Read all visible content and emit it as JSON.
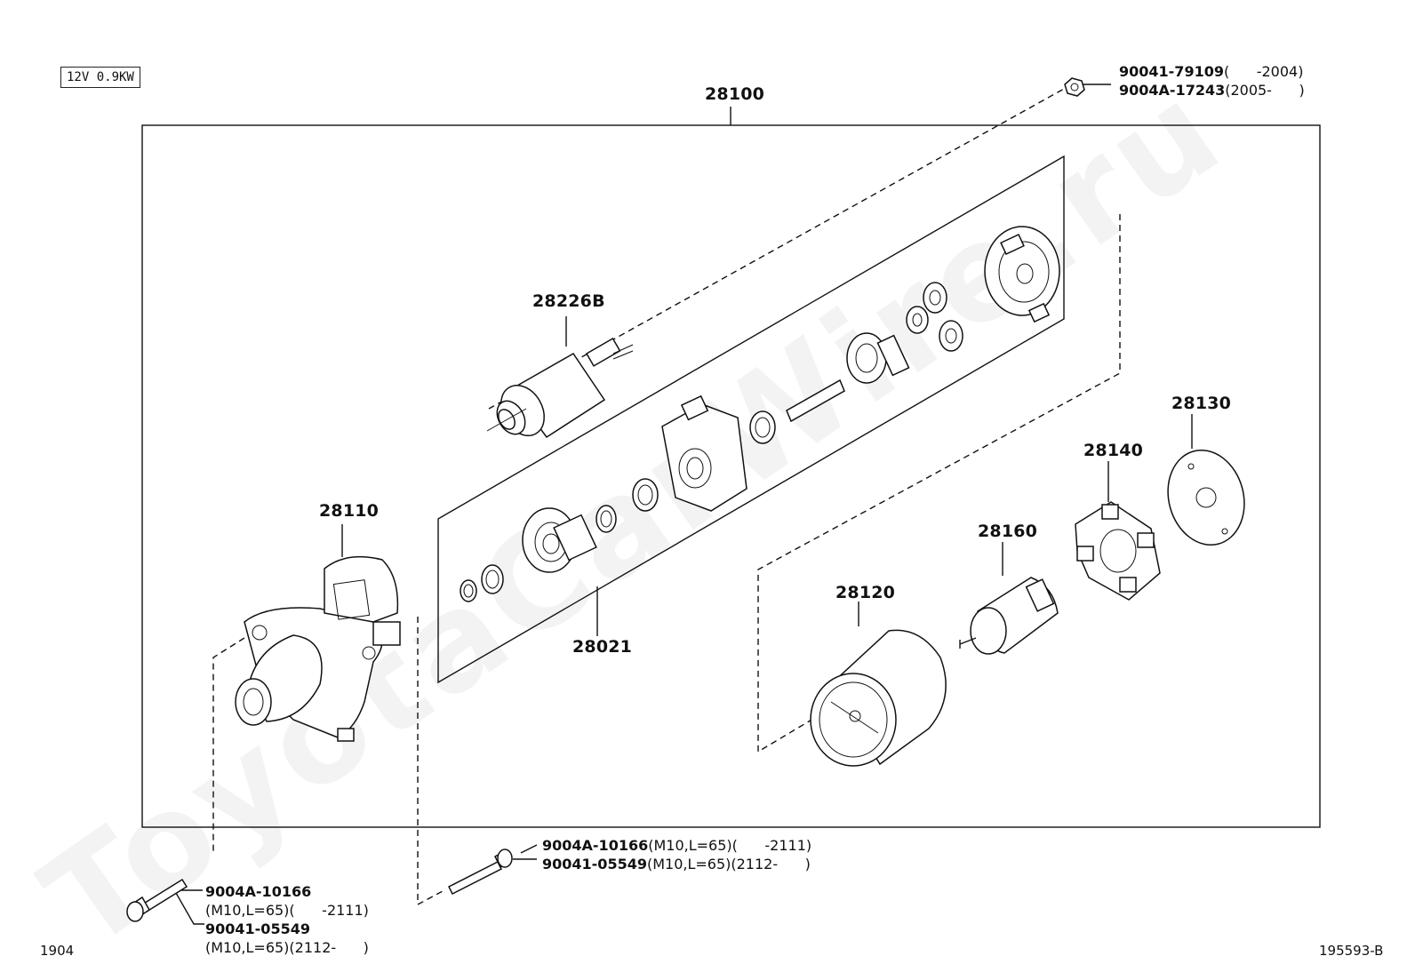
{
  "spec_box": "12V 0.9KW",
  "watermark": "ToyotaCarWire.ru",
  "assembly": {
    "code": "28100"
  },
  "parts": {
    "p28226B": "28226B",
    "p28110": "28110",
    "p28021": "28021",
    "p28130": "28130",
    "p28140": "28140",
    "p28160": "28160",
    "p28120": "28120"
  },
  "top_right_nut": {
    "line1_code": "90041-79109",
    "line1_range": "(      -2004)",
    "line2_code": "9004A-17243",
    "line2_range": "(2005-      )"
  },
  "bolt_middle": {
    "line1_code": "9004A-10166",
    "line1_spec": "(M10,L=65)(      -2111)",
    "line2_code": "90041-05549",
    "line2_spec": "(M10,L=65)(2112-      )"
  },
  "bolt_left": {
    "line1_code": "9004A-10166",
    "line2_spec": "(M10,L=65)(      -2111)",
    "line3_code": "90041-05549",
    "line4_spec": "(M10,L=65)(2112-      )"
  },
  "footer": {
    "left": "1904",
    "right": "195593-B"
  }
}
